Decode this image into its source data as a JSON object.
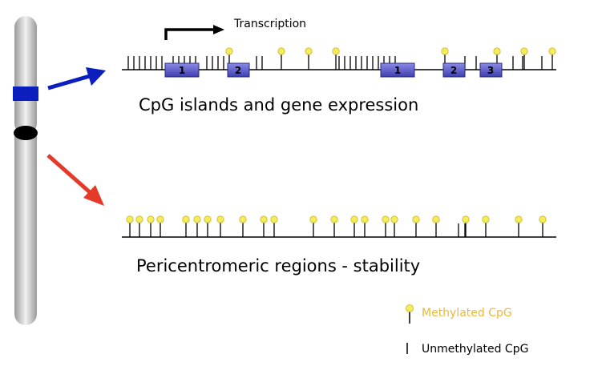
{
  "labels": {
    "transcription": "Transcription",
    "cpg_islands": "CpG islands and gene expression",
    "pericentromeric": "Pericentromeric regions - stability"
  },
  "legend": {
    "methylated": "Methylated CpG",
    "unmethylated": "Unmethylated CpG"
  },
  "gene1_exons": [
    "1",
    "2"
  ],
  "gene2_exons": [
    "1",
    "2",
    "3"
  ],
  "colors": {
    "exon_fill": "#5b5bc7",
    "methyl_dot": "#f4ec5a",
    "methyl_text": "#e8b93a",
    "chromosome_band": "#0b1fbf",
    "centromere": "#000000",
    "arrow_blue": "#0b1fbf",
    "arrow_red": "#e33a2a"
  }
}
